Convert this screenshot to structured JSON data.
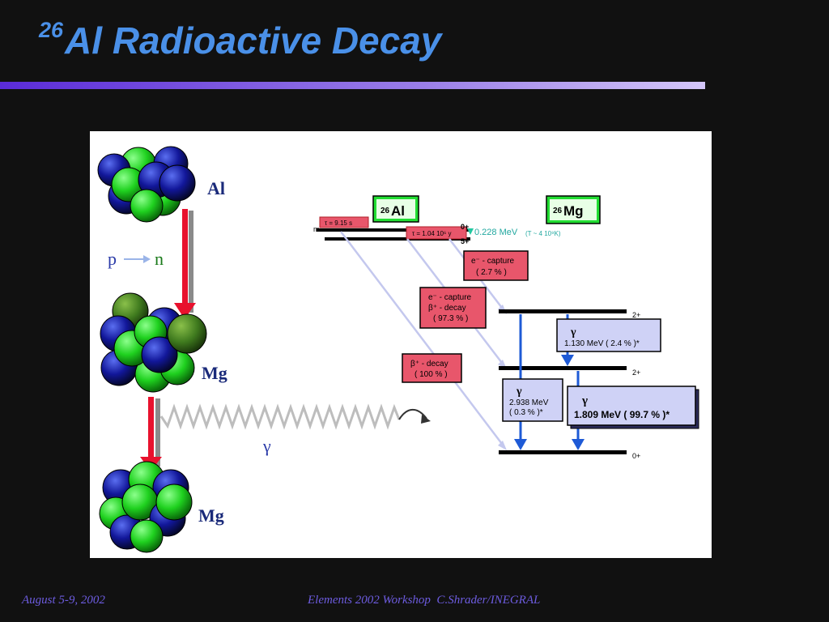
{
  "slide": {
    "title_mass": "26",
    "title_text": "Al Radioactive Decay"
  },
  "footer": {
    "date": "August 5-9, 2002",
    "workshop": "Elements 2002 Workshop  C.Shrader/INEGRAL"
  },
  "nuclei": {
    "al_label": "Al",
    "mg_label_1": "Mg",
    "mg_label_2": "Mg",
    "p_label": "p",
    "n_label": "n",
    "gamma_label": "γ"
  },
  "level_scheme": {
    "al_box": {
      "mass": "26",
      "element": "Al"
    },
    "mg_box": {
      "mass": "26",
      "element": "Mg"
    },
    "isomer_label": "m",
    "isomer_lifetime": "τ = 9.15 s",
    "ground_lifetime": "τ = 1.04 10⁶ y",
    "al_spin_top": "0+",
    "al_spin_bottom": "5+",
    "isomer_energy": "0.228 MeV",
    "isomer_temp": "(T ~ 4 10⁹K)",
    "decay_ec": {
      "line1": "e⁻ - capture",
      "line2": "( 2.7 % )"
    },
    "decay_ec_beta": {
      "line1": "e⁻ - capture",
      "line2": "β⁺ - decay",
      "line3": "( 97.3 % )"
    },
    "decay_beta": {
      "line1": "β⁺ - decay",
      "line2": "( 100 % )"
    },
    "mg_spin_1": "2+",
    "mg_spin_2": "2+",
    "mg_spin_3": "0+",
    "gamma_1130": {
      "symbol": "γ",
      "text": "1.130 MeV  ( 2.4 % )*"
    },
    "gamma_2938": {
      "symbol": "γ",
      "line1": "2.938 MeV",
      "line2": "( 0.3 % )*"
    },
    "gamma_1809": {
      "symbol": "γ",
      "text": "1.809 MeV  ( 99.7 % )*"
    }
  },
  "colors": {
    "title": "#4a90e8",
    "accent_bar_start": "#5a2bd8",
    "proton": "#1fd11f",
    "neutron": "#12179a",
    "arrow_red": "#e8112d",
    "decay_box": "#e8566b",
    "gamma_box": "#cfd2f6",
    "gamma_arrow": "#1e5ad6",
    "footer": "#6d5ce0"
  }
}
